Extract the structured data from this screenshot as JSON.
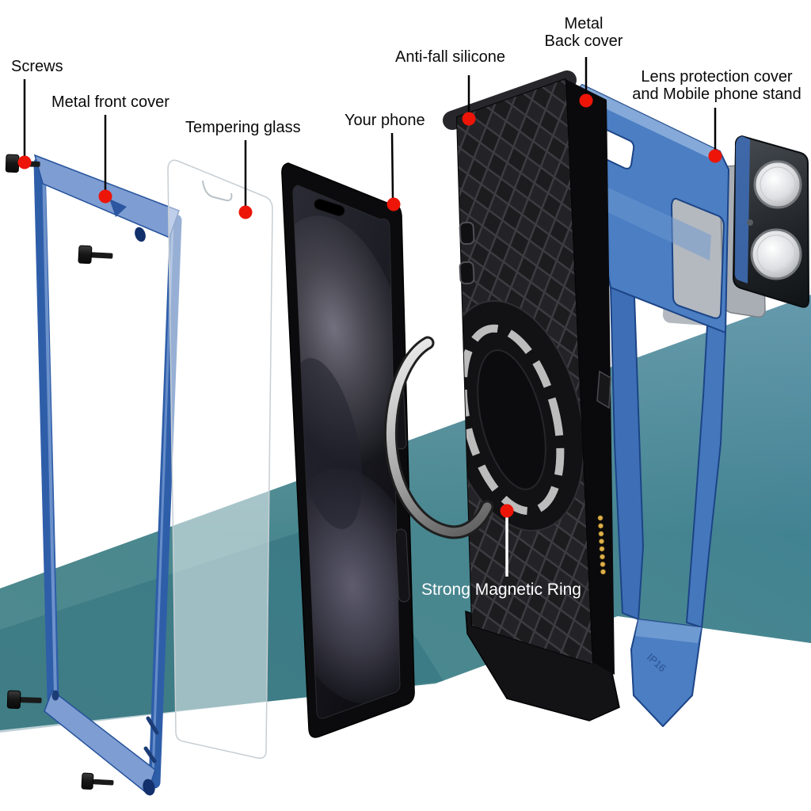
{
  "labels": {
    "screws": "Screws",
    "metal_front_cover": "Metal front cover",
    "tempering_glass": "Tempering glass",
    "your_phone": "Your phone",
    "anti_fall_silicone": "Anti-fall silicone",
    "metal_back_cover_line1": "Metal",
    "metal_back_cover_line2": "Back cover",
    "lens_cover_line1": "Lens protection cover",
    "lens_cover_line2": "and Mobile phone stand",
    "strong_magnetic_ring": "Strong Magnetic Ring"
  },
  "engraving": {
    "text": "IP16"
  },
  "colors": {
    "callout_dot": "#ec1508",
    "callout_line": "#000000",
    "magnetic_ring_line": "#ffffff",
    "teal_band_left": "#4f8a8d",
    "teal_band_right": "#3a7d95",
    "front_frame_blue": "#2f5ea9",
    "frame_plate_blue": "#7e9dd2",
    "back_cover_blue": "#4b7ec3",
    "case_black": "#1c1c1e",
    "ring_silver": "#c6c6c6",
    "charging_pins_gold": "#ddb04a",
    "phone_black": "#0b0b0d"
  }
}
